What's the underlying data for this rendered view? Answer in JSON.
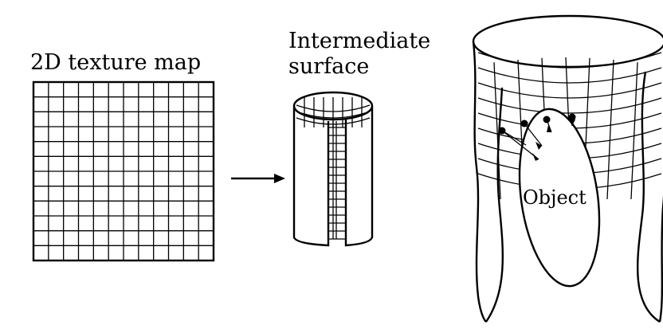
{
  "labels": {
    "texture_map": "2D texture map",
    "intermediate_line1": "Intermediate",
    "intermediate_line2": "surface",
    "object": "Object"
  },
  "texture_grid": {
    "rows": 12,
    "cols": 12
  },
  "colors": {
    "ink": "#000000",
    "background": "#ffffff"
  }
}
